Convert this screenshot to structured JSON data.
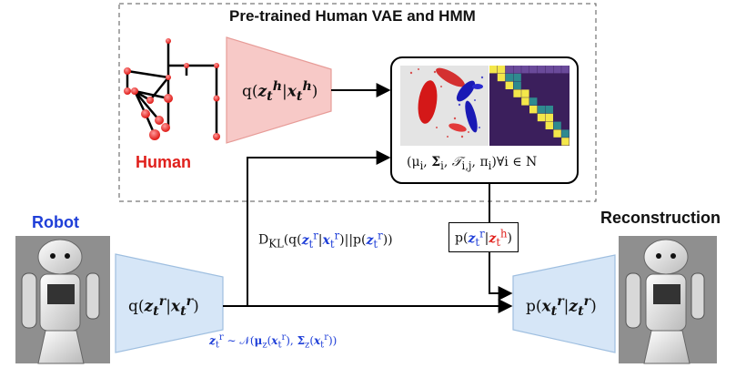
{
  "title": "Pre-trained Human VAE and HMM",
  "labels": {
    "human": "Human",
    "robot": "Robot",
    "reconstruction": "Reconstruction"
  },
  "human_encoder": {
    "prefix": "q(",
    "z": "z",
    "z_sub": "t",
    "z_sup": "h",
    "bar": "|",
    "x": "x",
    "x_sub": "t",
    "x_sup": "h",
    "suffix": ")"
  },
  "robot_encoder": {
    "prefix": "q(",
    "z": "z",
    "z_sub": "t",
    "z_sup": "r",
    "bar": "|",
    "x": "x",
    "x_sub": "t",
    "x_sup": "r",
    "suffix": ")"
  },
  "robot_decoder": {
    "prefix": "p(",
    "x": "x",
    "x_sub": "t",
    "x_sup": "r",
    "bar": "|",
    "z": "z",
    "z_sub": "t",
    "z_sup": "r",
    "suffix": ")"
  },
  "hmm_params": "(μ<sub>i</sub>, <b>Σ</b><sub>i</sub>, <i>𝒯</i><sub>i,j</sub>, π<sub>i</sub>)∀i ∈ N",
  "kl_term": "D<sub>KL</sub>(q(<span class='blue'><b><i>z</i></b><sub>t</sub><sup>r</sup></span>|<span class='blue'><b><i>x</i></b><sub>t</sub><sup>r</sup></span>)||p(<span class='blue'><b><i>z</i></b><sub>t</sub><sup>r</sup></span>))",
  "prior_term": "p(<span class='blue'><b><i>z</i></b><sub>t</sub><sup>r</sup></span>|<span class='red'><b><i>z</i></b><sub>t</sub><sup>h</sup></span>)",
  "sampling_term": "<b><i>z</i></b><sub>t</sub><sup>r</sup> ∼ 𝒩(<b>μ</b><sub>z</sub>(<b><i>x</i></b><sub>t</sub><sup>r</sup>), <b>Σ</b><sub>z</sub>(<b><i>x</i></b><sub>t</sub><sup>r</sup>))",
  "colors": {
    "human_encoder_fill": "#f7c9c7",
    "human_encoder_stroke": "#e79c98",
    "robot_fill": "#d6e6f7",
    "robot_stroke": "#9fbfe0",
    "heatmap_bg": "#3b1f5c",
    "heatmap_diag": "#f4e74a",
    "heatmap_offdiag": "#2f8a8f"
  }
}
